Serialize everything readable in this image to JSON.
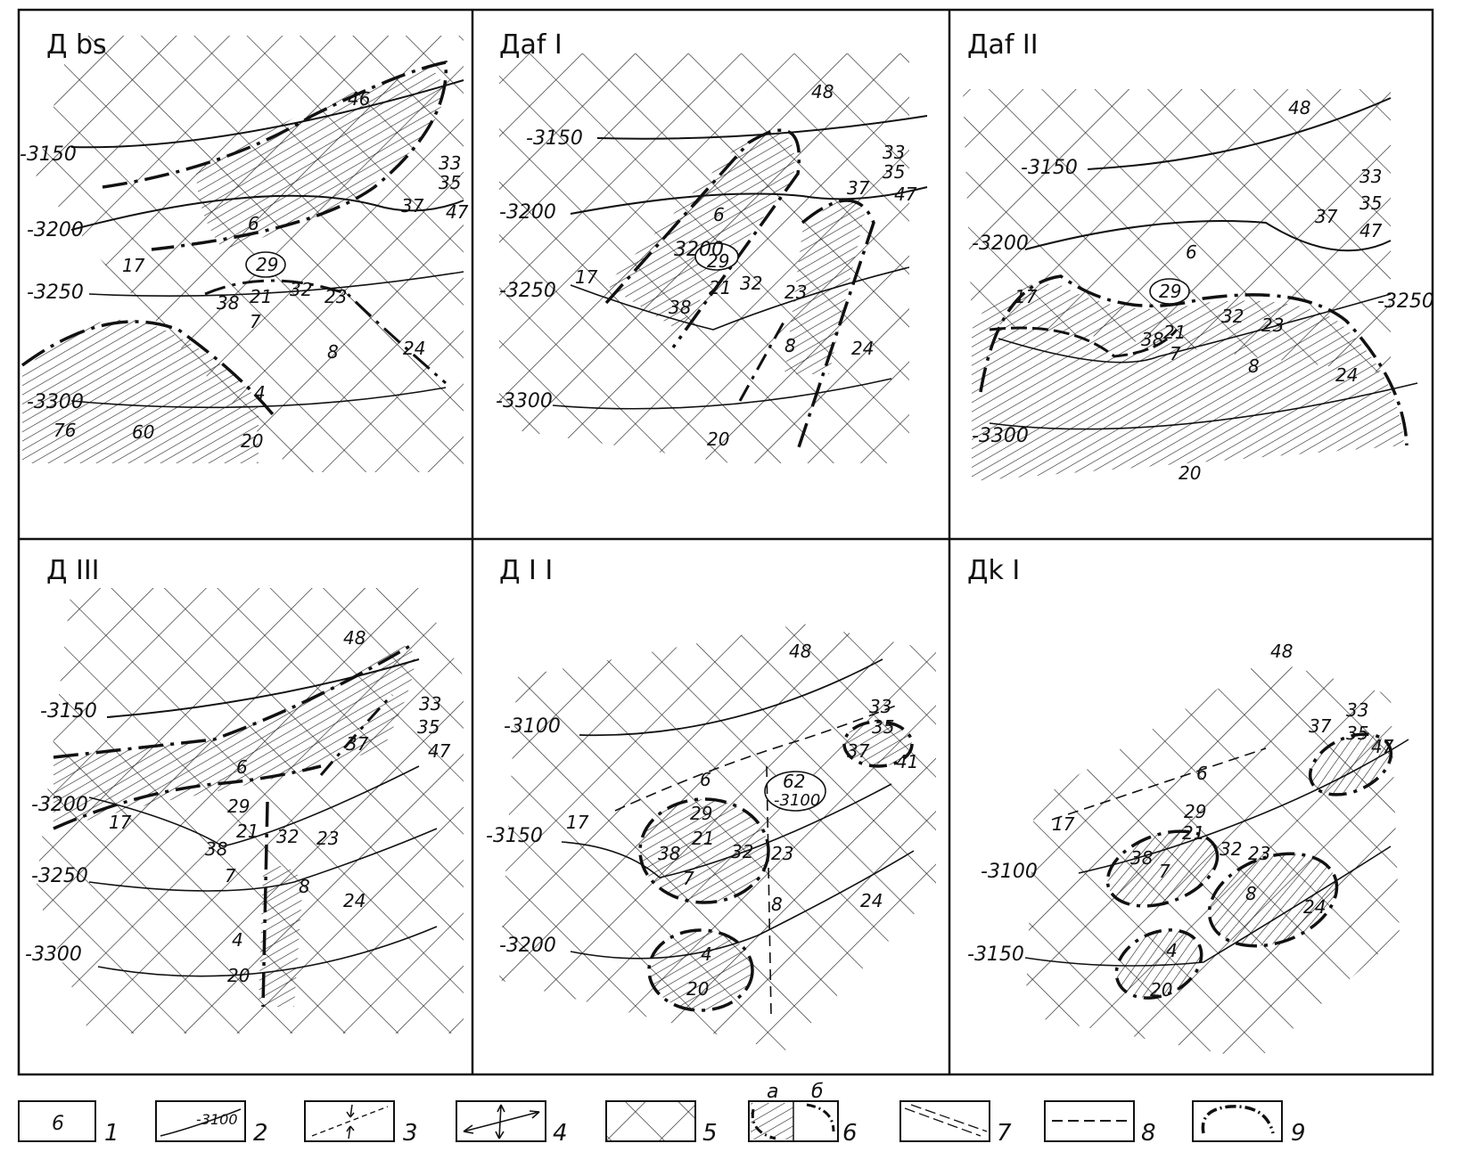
{
  "panels": [
    {
      "title": "Д bs",
      "contours": [
        "-3150",
        "-3200",
        "-3250",
        "-3300"
      ],
      "wells": [
        "46",
        "33",
        "35",
        "37",
        "47",
        "6",
        "29",
        "17",
        "38",
        "21",
        "32",
        "23",
        "7",
        "8",
        "24",
        "4",
        "76",
        "60",
        "20"
      ]
    },
    {
      "title": "Даf I",
      "contours": [
        "-3150",
        "-3200",
        "-3250",
        "-3300",
        "3200"
      ],
      "wells": [
        "48",
        "33",
        "35",
        "37",
        "47",
        "6",
        "29",
        "17",
        "38",
        "21",
        "32",
        "23",
        "8",
        "24",
        "20"
      ]
    },
    {
      "title": "Даf II",
      "contours": [
        "-3150",
        "-3200",
        "-3250",
        "-3300"
      ],
      "wells": [
        "48",
        "33",
        "35",
        "37",
        "47",
        "6",
        "29",
        "17",
        "38",
        "21",
        "32",
        "23",
        "7",
        "8",
        "24",
        "20"
      ]
    },
    {
      "title": "Д III",
      "contours": [
        "-3150",
        "-3200",
        "-3250",
        "-3300"
      ],
      "wells": [
        "48",
        "33",
        "35",
        "37",
        "47",
        "6",
        "29",
        "17",
        "38",
        "21",
        "32",
        "23",
        "7",
        "8",
        "24",
        "4",
        "20"
      ]
    },
    {
      "title": "Д I I",
      "contours": [
        "-3100",
        "-3150",
        "-3200",
        "-3100"
      ],
      "wells": [
        "48",
        "33",
        "35",
        "37",
        "41",
        "62",
        "6",
        "17",
        "29",
        "38",
        "21",
        "32",
        "23",
        "7",
        "8",
        "24",
        "4",
        "20"
      ]
    },
    {
      "title": "Дk I",
      "contours": [
        "-3100",
        "-3150"
      ],
      "wells": [
        "48",
        "33",
        "37",
        "35",
        "47",
        "6",
        "17",
        "29",
        "38",
        "21",
        "32",
        "7",
        "23",
        "8",
        "24",
        "4",
        "20"
      ]
    }
  ],
  "legend": [
    {
      "number": "1",
      "sample": "6"
    },
    {
      "number": "2",
      "sample": "-3100"
    },
    {
      "number": "3",
      "sample": ""
    },
    {
      "number": "4",
      "sample": ""
    },
    {
      "number": "5",
      "sample": ""
    },
    {
      "number": "6",
      "sample": "",
      "sublabels": [
        "а",
        "б"
      ]
    },
    {
      "number": "7",
      "sample": ""
    },
    {
      "number": "8",
      "sample": ""
    },
    {
      "number": "9",
      "sample": ""
    }
  ]
}
